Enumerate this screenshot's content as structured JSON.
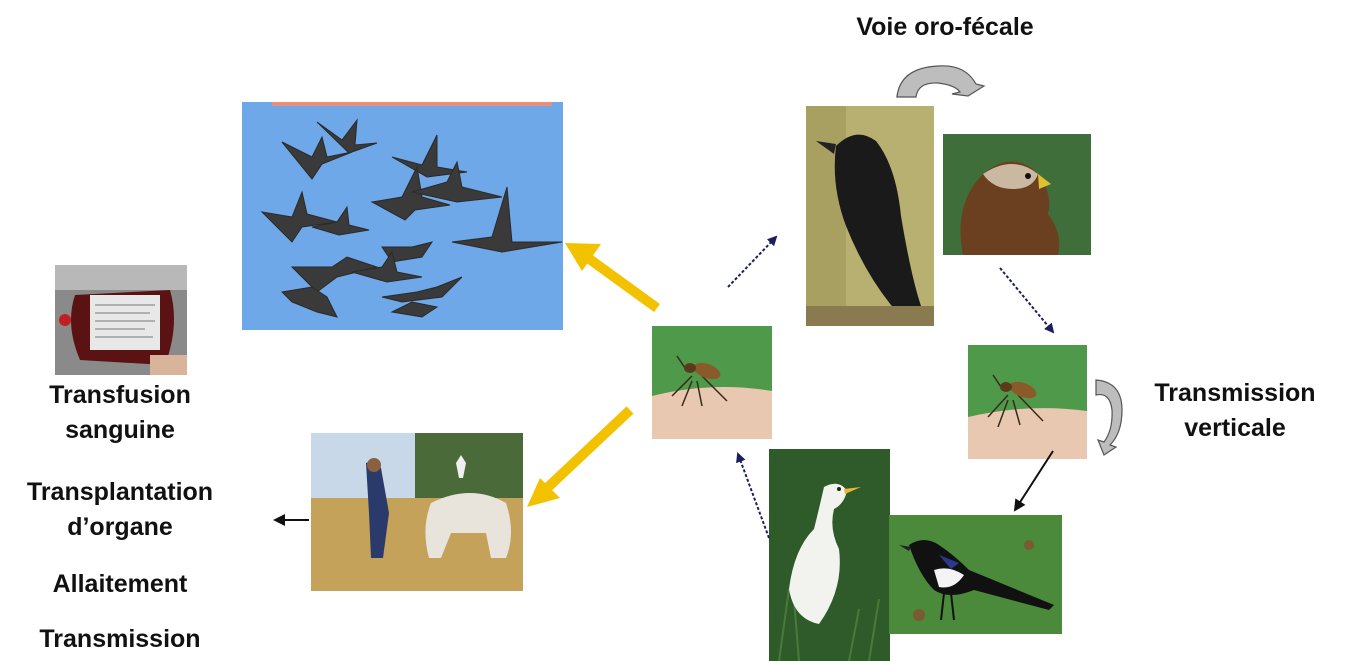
{
  "labels": {
    "oro_fecal": "Voie oro-fécale",
    "verticale_line1": "Transmission",
    "verticale_line2": "verticale",
    "transfusion_line1": "Transfusion",
    "transfusion_line2": "sanguine",
    "transplant_line1": "Transplantation",
    "transplant_line2": "d’organe",
    "allaitement": "Allaitement",
    "transmission_bottom": "Transmission"
  },
  "photos": {
    "cranes": "flying-cranes-photo",
    "mosquito_center": "mosquito-on-skin-photo",
    "mosquito_right": "mosquito-on-skin-photo",
    "crow": "crow-photo",
    "kite": "black-kite-photo",
    "egret": "cattle-egret-photo",
    "magpie": "magpie-photo",
    "farmer_horse": "farmer-and-horse-photo",
    "blood_bag": "blood-bag-photo"
  },
  "colors": {
    "yellow_arrow": "#f2c200",
    "navy_arrow": "#1c1f5e",
    "sky": "#6fa8e8"
  }
}
